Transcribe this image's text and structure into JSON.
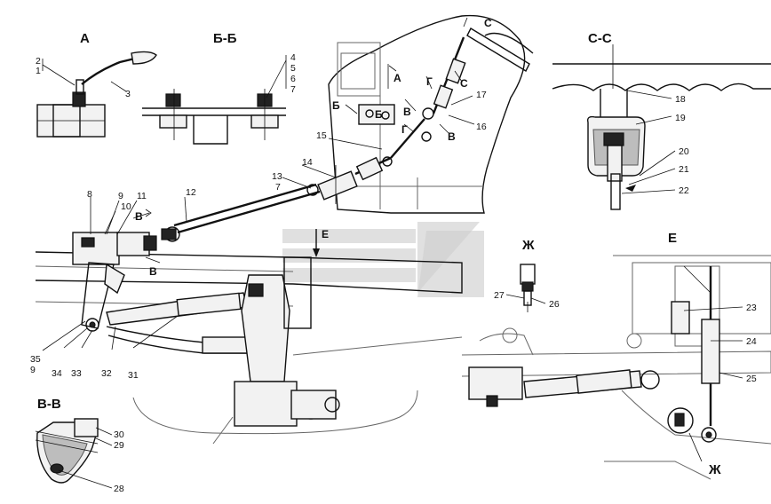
{
  "section_titles": {
    "view_a": "А",
    "section_bb": "Б-Б",
    "section_cc": "С-С",
    "section_vv": "В-В",
    "view_zh": "Ж",
    "view_e": "Е",
    "callout_zh": "Ж",
    "arrow_e": "Е"
  },
  "cut_markers": {
    "a": "А",
    "b_left": "Б",
    "b_right": "Б",
    "c_top": "С",
    "c_mid": "С",
    "g_top": "Г",
    "g_bottom": "Г",
    "v_upper_right": "В",
    "v_lower_right": "В",
    "v_mid": "В",
    "v_low": "В"
  },
  "callouts": {
    "c1": "1",
    "c2": "2",
    "c3": "3",
    "c4": "4",
    "c5": "5",
    "c6": "6",
    "c7": "7",
    "c7b": "7",
    "c8": "8",
    "c9": "9",
    "c9b": "9",
    "c10": "10",
    "c11": "11",
    "c12": "12",
    "c13": "13",
    "c14": "14",
    "c15": "15",
    "c16": "16",
    "c17": "17",
    "c18": "18",
    "c19": "19",
    "c20": "20",
    "c21": "21",
    "c22": "22",
    "c23": "23",
    "c24": "24",
    "c25": "25",
    "c26": "26",
    "c27": "27",
    "c28": "28",
    "c29": "29",
    "c30": "30",
    "c31": "31",
    "c32": "32",
    "c33": "33",
    "c34": "34",
    "c35": "35"
  }
}
